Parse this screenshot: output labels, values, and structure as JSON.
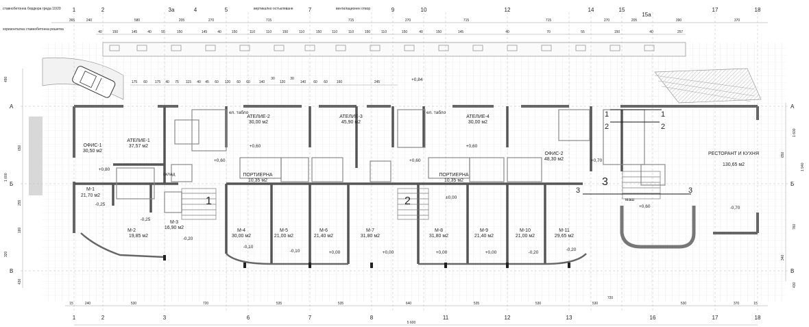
{
  "axes_top": [
    "1",
    "2",
    "3a",
    "4",
    "5",
    "7",
    "9",
    "10",
    "12",
    "14",
    "15",
    "15a",
    "17",
    "18"
  ],
  "axes_bottom": [
    "1",
    "2",
    "3",
    "6",
    "7",
    "8",
    "11",
    "12",
    "13",
    "16",
    "17",
    "18"
  ],
  "axes_left": [
    "А",
    "Б",
    "В"
  ],
  "axes_right": [
    "А",
    "Б",
    "В"
  ],
  "top_notes": [
    "ставнобетонна бордюра греда 10/20",
    "хоризонтална ставнобетонна решетка",
    "вертикално остъкляване",
    "вентилационен отвор"
  ],
  "dims_top_row1": [
    "365",
    "240",
    "580",
    "205",
    "270",
    "715",
    "715",
    "270",
    "715",
    "715",
    "270",
    "205",
    "390",
    "370"
  ],
  "dims_top_row2": [
    "40",
    "150",
    "145",
    "40",
    "55",
    "150",
    "145",
    "40",
    "150",
    "110",
    "110",
    "150",
    "110",
    "150",
    "110",
    "110",
    "150",
    "110",
    "150",
    "40",
    "150",
    "145",
    "40",
    "70",
    "55",
    "150",
    "40",
    "257"
  ],
  "dims_inner": [
    "175",
    "60",
    "175",
    "40",
    "75",
    "115",
    "40",
    "45",
    "60",
    "120",
    "60",
    "60",
    "140",
    "30",
    "120",
    "30",
    "140",
    "60",
    "60",
    "160",
    "245"
  ],
  "dims_bottom": [
    "15",
    "240",
    "530",
    "720",
    "535",
    "535",
    "640",
    "535",
    "530",
    "530",
    "720",
    "530",
    "370",
    "15"
  ],
  "dims_overall": "5 600",
  "dims_left": [
    "490",
    "650",
    "1 000",
    "255",
    "180",
    "320",
    "430"
  ],
  "dims_right": [
    "1 600",
    "1 940",
    "650",
    "760",
    "340",
    "430"
  ],
  "level_top": "+0,84",
  "rooms": [
    {
      "name": "ОФИС-1",
      "area": "30,50 м2",
      "level": "+0,80"
    },
    {
      "name": "АТЕЛИЕ-1",
      "area": "37,57 м2"
    },
    {
      "name": "АТЕЛИЕ-2",
      "area": "30,00 м2",
      "level": "+0,60"
    },
    {
      "name": "АТЕЛИЕ-3",
      "area": "45,90 м2"
    },
    {
      "name": "АТЕЛИЕ-4",
      "area": "30,00 м2",
      "level": "+0,60"
    },
    {
      "name": "ОФИС-2",
      "area": "48,30 м2",
      "level": "+0,70"
    },
    {
      "name": "РЕСТОРАНТ И КУХНЯ",
      "area": "130,65 м2",
      "level": "-0,70"
    },
    {
      "name": "ПОРТИЕРНА",
      "area": "10,35 м2"
    },
    {
      "name": "ПОРТИЕРНА",
      "area": "10,35 м2"
    },
    {
      "name": "М-1",
      "area": "21,70 м2",
      "level": "-0,25"
    },
    {
      "name": "М-2",
      "area": "19,85 м2",
      "level": "-0,25"
    },
    {
      "name": "М-3",
      "area": "16,90 м2",
      "level": "-0,20"
    },
    {
      "name": "М-4",
      "area": "30,00 м2",
      "level": "-0,10"
    },
    {
      "name": "М-5",
      "area": "21,00 м2",
      "level": "-0,10"
    },
    {
      "name": "М-6",
      "area": "21,40 м2",
      "level": "+0,00"
    },
    {
      "name": "М-7",
      "area": "31,80 м2",
      "level": "+0,00"
    },
    {
      "name": "М-8",
      "area": "31,80 м2",
      "level": "+0,00"
    },
    {
      "name": "М-9",
      "area": "21,40 м2",
      "level": "+0,00"
    },
    {
      "name": "М-10",
      "area": "21,00 м2",
      "level": "-0,20"
    },
    {
      "name": "М-11",
      "area": "29,65 м2",
      "level": "-0,20"
    }
  ],
  "stair_levels": [
    "+0,60",
    "±0,00",
    "+0,60",
    "+0,60"
  ],
  "misc_labels": {
    "panel": "ел. табло",
    "panel2": "ел. табло",
    "storage": "склад",
    "wash": "маш"
  },
  "section_marks": [
    "1",
    "1",
    "2",
    "2",
    "3",
    "3"
  ],
  "big_marks": [
    "1",
    "2",
    "3"
  ]
}
